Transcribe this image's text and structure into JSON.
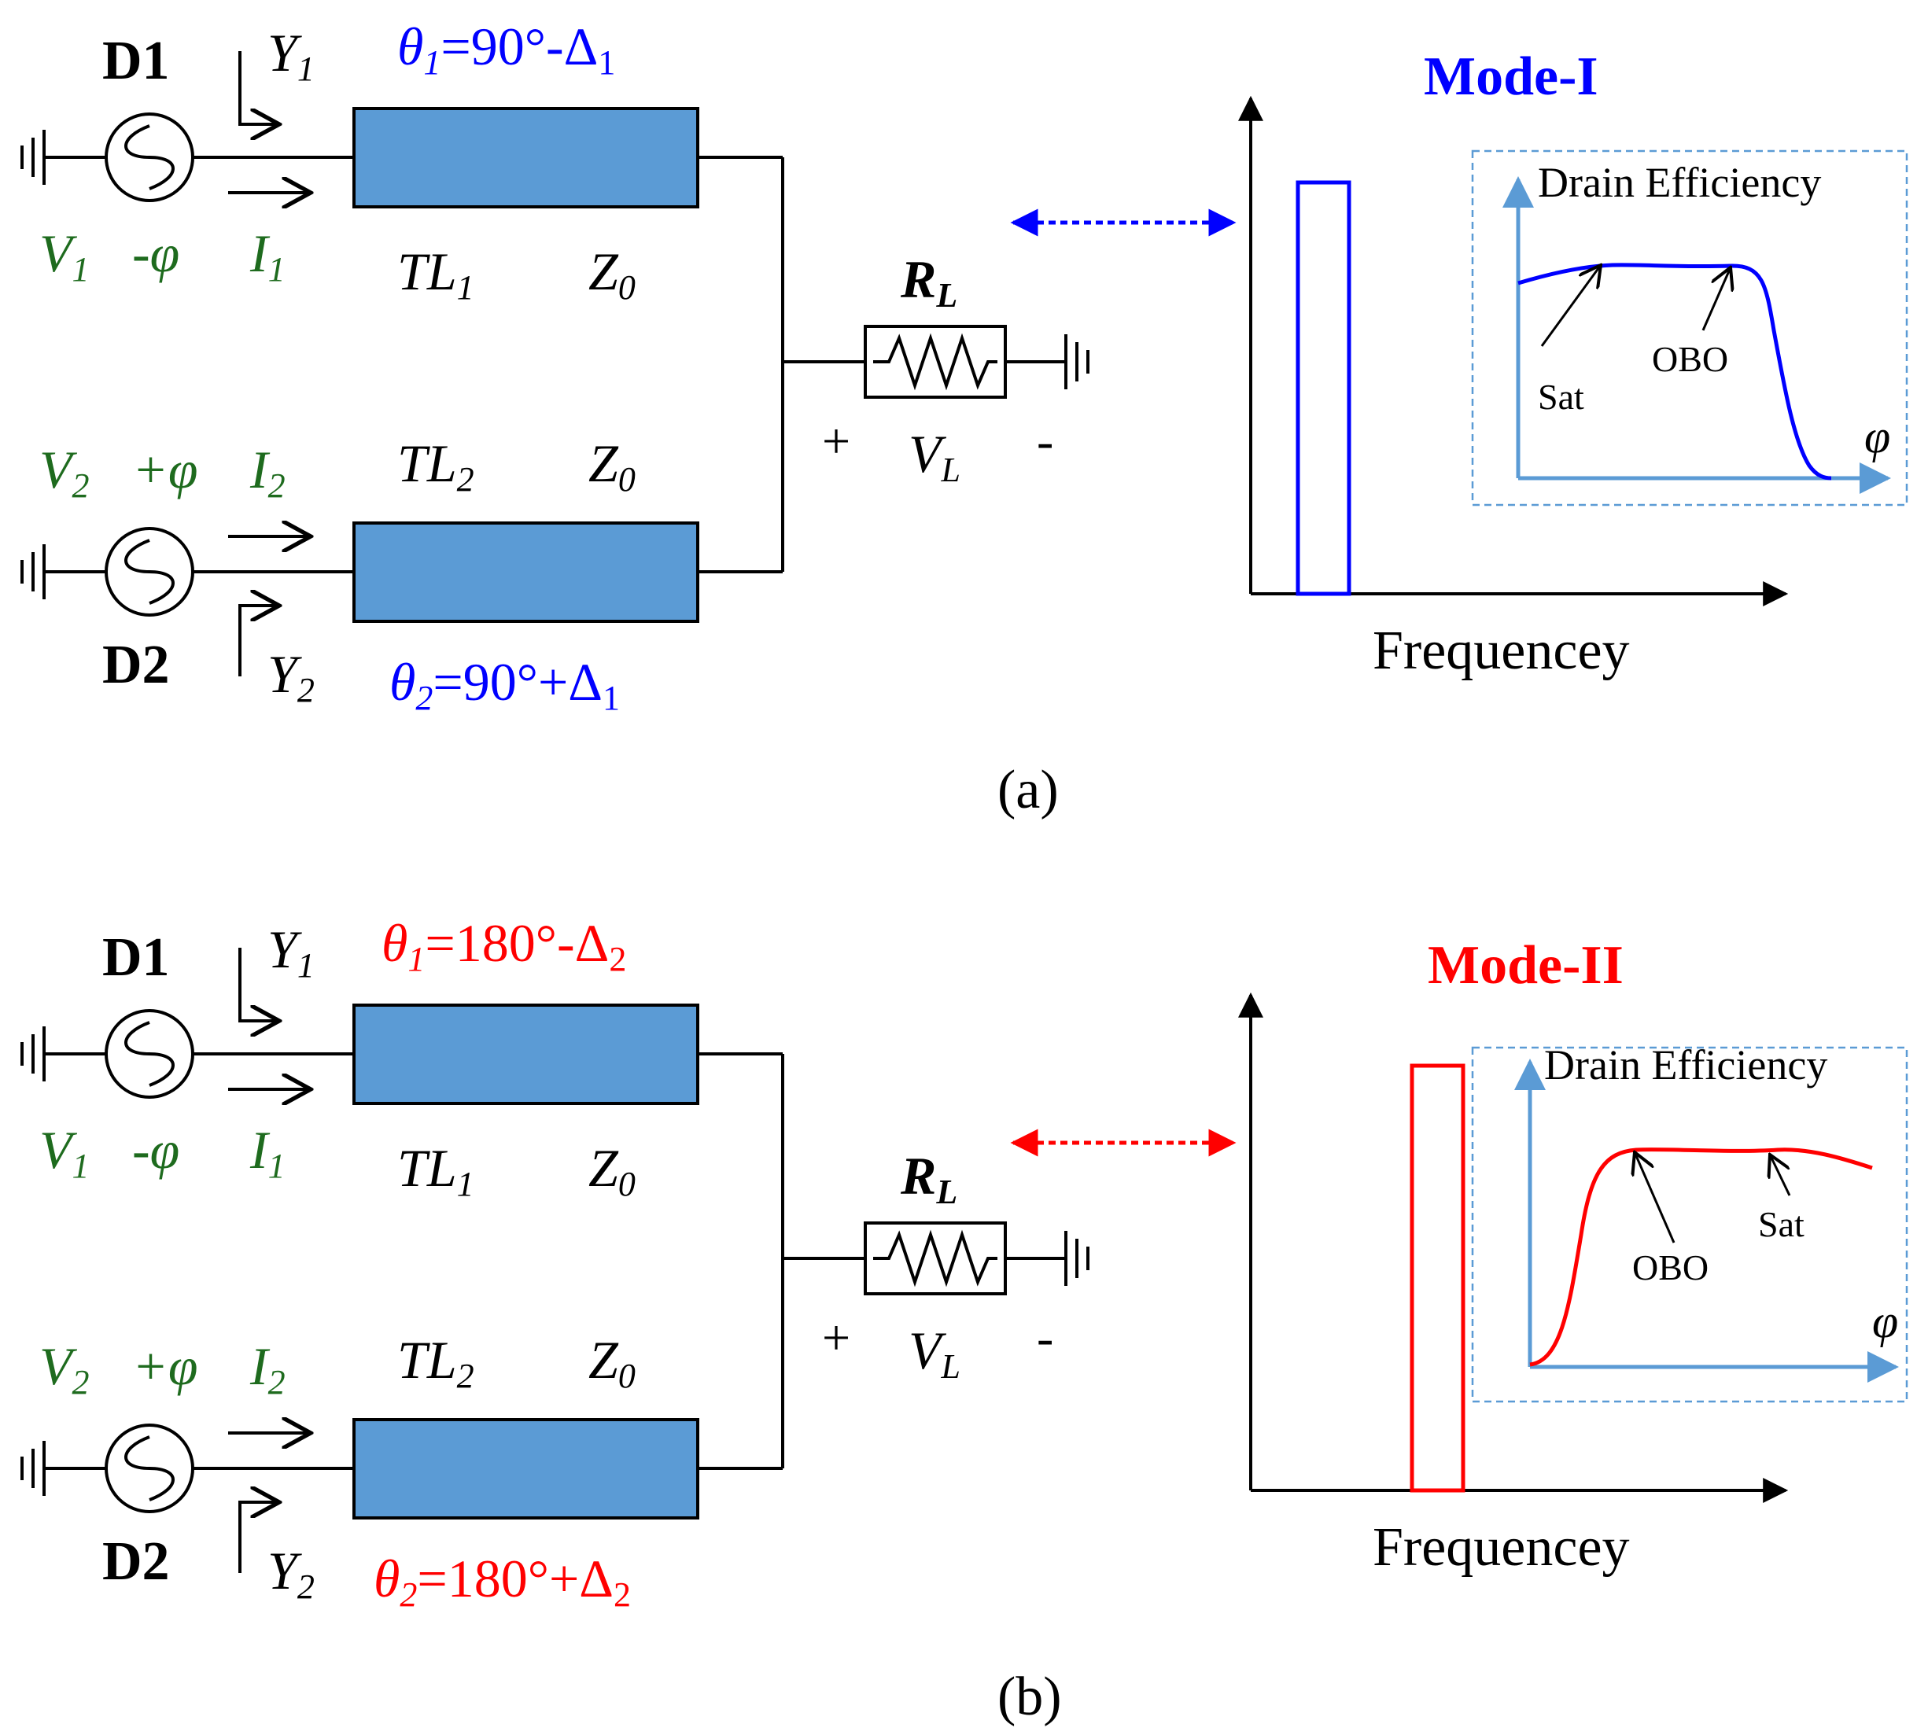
{
  "panels": [
    {
      "id": "a",
      "caption": "(a)",
      "mode_title": "Mode-I",
      "accent_color": "#0000ff",
      "driver1": {
        "name": "D1",
        "voltage": "V",
        "voltage_sub": "1",
        "phase": "-φ",
        "current": "I",
        "current_sub": "1",
        "admittance": "Y",
        "admittance_sub": "1"
      },
      "driver2": {
        "name": "D2",
        "voltage": "V",
        "voltage_sub": "2",
        "phase": "+φ",
        "current": "I",
        "current_sub": "2",
        "admittance": "Y",
        "admittance_sub": "2"
      },
      "tl1": {
        "name": "TL",
        "sub": "1",
        "impedance": "Z",
        "impedance_sub": "0",
        "theta_sym": "θ",
        "theta_sub": "1",
        "theta_expr": "=90°-Δ",
        "theta_expr_sub": "1"
      },
      "tl2": {
        "name": "TL",
        "sub": "2",
        "impedance": "Z",
        "impedance_sub": "0",
        "theta_sym": "θ",
        "theta_sub": "2",
        "theta_expr": "=90°+Δ",
        "theta_expr_sub": "1"
      },
      "load": {
        "name": "R",
        "name_sub": "L",
        "voltage": "V",
        "voltage_sub": "L",
        "plus": "+",
        "minus": "-"
      },
      "spectrum_xlabel": "Frequencey",
      "inset": {
        "ylabel": "Drain Efficiency",
        "xlabel": "φ",
        "annotations": [
          "Sat",
          "OBO"
        ]
      }
    },
    {
      "id": "b",
      "caption": "(b)",
      "mode_title": "Mode-II",
      "accent_color": "#ff0000",
      "driver1": {
        "name": "D1",
        "voltage": "V",
        "voltage_sub": "1",
        "phase": "-φ",
        "current": "I",
        "current_sub": "1",
        "admittance": "Y",
        "admittance_sub": "1"
      },
      "driver2": {
        "name": "D2",
        "voltage": "V",
        "voltage_sub": "2",
        "phase": "+φ",
        "current": "I",
        "current_sub": "2",
        "admittance": "Y",
        "admittance_sub": "2"
      },
      "tl1": {
        "name": "TL",
        "sub": "1",
        "impedance": "Z",
        "impedance_sub": "0",
        "theta_sym": "θ",
        "theta_sub": "1",
        "theta_expr": "=180°-Δ",
        "theta_expr_sub": "2"
      },
      "tl2": {
        "name": "TL",
        "sub": "2",
        "impedance": "Z",
        "impedance_sub": "0",
        "theta_sym": "θ",
        "theta_sub": "2",
        "theta_expr": "=180°+Δ",
        "theta_expr_sub": "2"
      },
      "load": {
        "name": "R",
        "name_sub": "L",
        "voltage": "V",
        "voltage_sub": "L",
        "plus": "+",
        "minus": "-"
      },
      "spectrum_xlabel": "Frequencey",
      "inset": {
        "ylabel": "Drain Efficiency",
        "xlabel": "φ",
        "annotations": [
          "OBO",
          "Sat"
        ]
      }
    }
  ],
  "colors": {
    "transmission_line": "#5b9bd5",
    "label_green": "#1e6b1e",
    "inset_axis": "#5b9bd5"
  }
}
